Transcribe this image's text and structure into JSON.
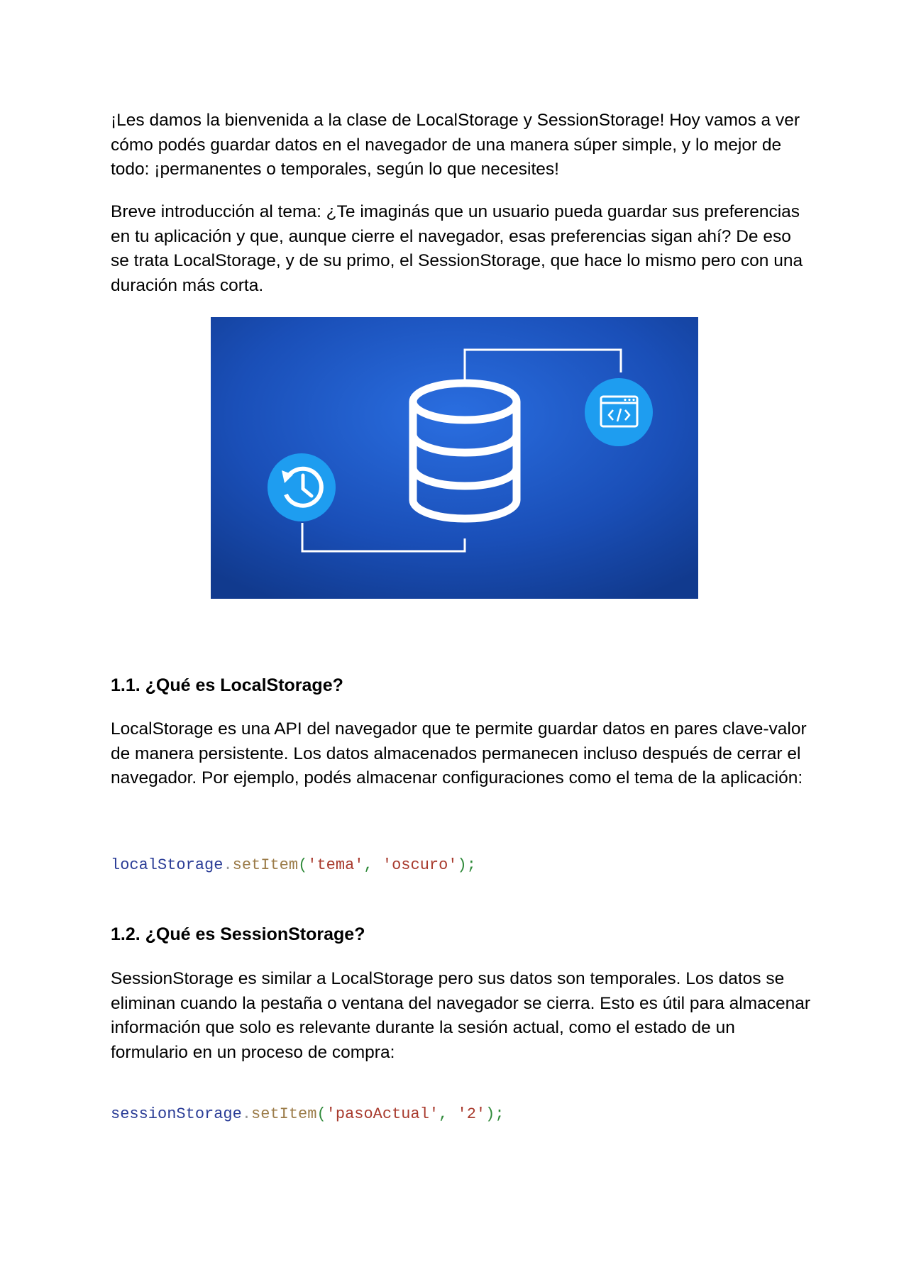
{
  "intro": {
    "paragraph1": "¡Les damos la bienvenida a la clase de LocalStorage y SessionStorage! Hoy vamos a ver cómo podés guardar datos en el navegador de una manera súper simple, y lo mejor de todo: ¡permanentes o temporales, según lo que necesites!",
    "paragraph2": "Breve introducción al tema: ¿Te imaginás que un usuario pueda guardar sus preferencias en tu aplicación y que, aunque cierre el navegador, esas preferencias sigan ahí? De eso se trata LocalStorage, y de su primo, el SessionStorage, que hace lo mismo pero con una duración más corta."
  },
  "figure": {
    "background_colors": [
      "#1f5fd0",
      "#123a8f"
    ],
    "icons": [
      "database-icon",
      "history-clock-icon",
      "browser-code-icon"
    ],
    "icon_circle_color": "#1e9df0"
  },
  "section1": {
    "heading": "1.1. ¿Qué es LocalStorage?",
    "body": "LocalStorage es una API del navegador que te permite guardar datos en pares clave-valor de manera persistente. Los datos almacenados permanecen incluso después de cerrar el navegador. Por ejemplo, podés almacenar configuraciones como el tema de la aplicación:",
    "code": {
      "object": "localStorage",
      "dot": ".",
      "method": "setItem",
      "open": "(",
      "arg1": "'tema'",
      "sep": ", ",
      "arg2": "'oscuro'",
      "close": ");"
    }
  },
  "section2": {
    "heading": "1.2. ¿Qué es SessionStorage?",
    "body": "SessionStorage es similar a LocalStorage pero sus datos son temporales. Los datos se eliminan cuando la pestaña o ventana del navegador se cierra. Esto es útil para almacenar información que solo es relevante durante la sesión actual, como el estado de un formulario en un proceso de compra:",
    "code": {
      "object": "sessionStorage",
      "dot": ".",
      "method": "setItem",
      "open": "(",
      "arg1": "'pasoActual'",
      "sep": ", ",
      "arg2": "'2'",
      "close": ");"
    }
  }
}
